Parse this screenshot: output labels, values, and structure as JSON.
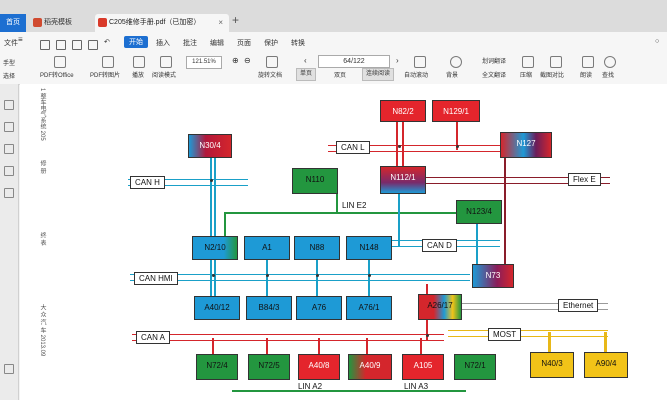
{
  "tabs": {
    "home": "首页",
    "mail": "稻壳模板",
    "doc": "C205维修手册.pdf（已加密）",
    "close": "×",
    "add": "+"
  },
  "menu": {
    "file": "文件",
    "start": "开始",
    "insert": "插入",
    "annotate": "批注",
    "edit": "编辑",
    "page": "页面",
    "protect": "保护",
    "convert": "转换"
  },
  "toolbar": {
    "hand": "手型",
    "select": "选择",
    "pdf_office": "PDF转Office",
    "pdf_image": "PDF转图片",
    "play": "播放",
    "read_mode": "阅读模式",
    "zoom": "121.51%",
    "rotate": "旋转文档",
    "page_field": "64/122",
    "single": "单页",
    "double": "双页",
    "continuous": "连续阅读",
    "auto_scroll": "自动滚动",
    "background": "背景",
    "translate": "划词翻译",
    "full_translate": "全文翻译",
    "compress": "压缩",
    "screenshot_compare": "截图对比",
    "read_aloud": "朗读",
    "find": "查找"
  },
  "margin_text": {
    "left_top": "1 整车电气系统 205",
    "left_mid": "修 册",
    "left_low": "终 表",
    "left_bottom": "大 众 汽 车  2013.09"
  },
  "networks": {
    "can_h": "CAN H",
    "can_l": "CAN L",
    "can_hmi": "CAN HMI",
    "can_a": "CAN A",
    "can_d": "CAN D",
    "flex_e": "Flex E",
    "lin_e2": "LIN E2",
    "lin_a2": "LIN A2",
    "lin_a3": "LIN A3",
    "ethernet": "Ethernet",
    "most": "MOST"
  },
  "ecus": {
    "n30_4": "N30/4",
    "n82_2": "N82/2",
    "n129_1": "N129/1",
    "n127": "N127",
    "n110": "N110",
    "n112_1": "N112/1",
    "n123_4": "N123/4",
    "n2_10": "N2/10",
    "a1": "A1",
    "n88": "N88",
    "n148": "N148",
    "n73": "N73",
    "a40_12": "A40/12",
    "b84_3": "B84/3",
    "a76": "A76",
    "a76_1": "A76/1",
    "a26_17": "A26/17",
    "n72_4": "N72/4",
    "n72_5": "N72/5",
    "a40_8": "A40/8",
    "a40_9": "A40/9",
    "a105": "A105",
    "n72_1": "N72/1",
    "n40_3": "N40/3",
    "a90_4": "A90/4"
  },
  "colors": {
    "can_blue": "#1aa0c8",
    "can_red": "#d4262c",
    "lin_green": "#23963f",
    "most_yellow": "#e8b818",
    "accent": "#1d6fd1"
  }
}
